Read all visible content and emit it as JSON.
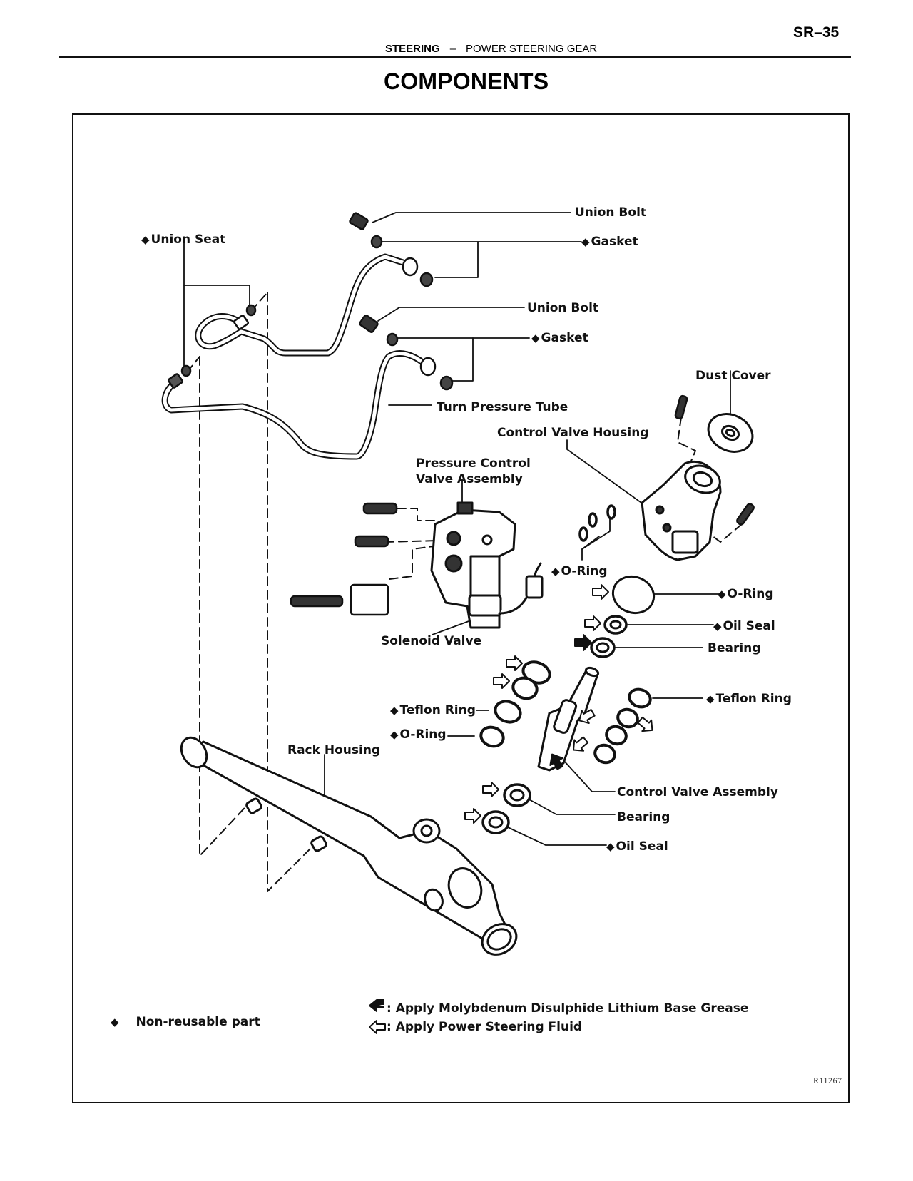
{
  "header": {
    "page_number": "SR–35",
    "section": "STEERING",
    "separator": "–",
    "subsection": "POWER STEERING GEAR"
  },
  "title": "COMPONENTS",
  "diagram": {
    "non_reusable_marker": "◆",
    "labels": {
      "union_seat": "Union Seat",
      "union_bolt_1": "Union Bolt",
      "gasket_1": "Gasket",
      "union_bolt_2": "Union Bolt",
      "gasket_2": "Gasket",
      "dust_cover": "Dust Cover",
      "turn_pressure_tube": "Turn Pressure Tube",
      "control_valve_housing": "Control Valve Housing",
      "pressure_control_valve_assembly_line1": "Pressure Control",
      "pressure_control_valve_assembly_line2": "Valve Assembly",
      "o_ring_1": "O-Ring",
      "o_ring_2": "O-Ring",
      "oil_seal_1": "Oil Seal",
      "bearing_1": "Bearing",
      "solenoid_valve": "Solenoid Valve",
      "teflon_ring_left": "Teflon Ring",
      "o_ring_left": "O-Ring",
      "teflon_ring_right": "Teflon Ring",
      "rack_housing": "Rack Housing",
      "control_valve_assembly": "Control Valve Assembly",
      "bearing_2": "Bearing",
      "oil_seal_2": "Oil Seal"
    },
    "non_reusable": [
      "union_seat",
      "gasket_1",
      "gasket_2",
      "o_ring_1",
      "o_ring_2",
      "oil_seal_1",
      "teflon_ring_left",
      "o_ring_left",
      "teflon_ring_right",
      "oil_seal_2"
    ]
  },
  "legend": {
    "non_reusable_symbol": "◆",
    "non_reusable_text": "Non-reusable part",
    "grease_text": ": Apply Molybdenum Disulphide Lithium Base Grease",
    "fluid_text": ": Apply Power Steering Fluid"
  },
  "figure_code": "R11267"
}
